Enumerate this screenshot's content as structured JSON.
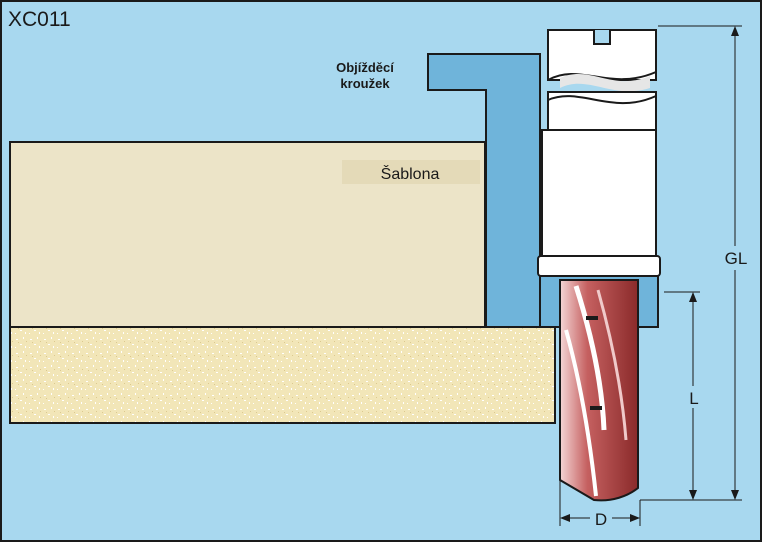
{
  "product_code": "XC011",
  "labels": {
    "guide_ring_line1": "Objížděcí",
    "guide_ring_line2": "kroužek",
    "template": "Šablona"
  },
  "dimensions": {
    "overall_length": "GL",
    "cutting_length": "L",
    "diameter": "D"
  },
  "colors": {
    "background": "#a8d8ef",
    "border": "#1a1a1a",
    "guide_ring": "#6fb4da",
    "template": "#ece4c8",
    "workpiece": "#f2e6b8",
    "cutter_body": "#a33a3a",
    "shank": "#ffffff"
  }
}
